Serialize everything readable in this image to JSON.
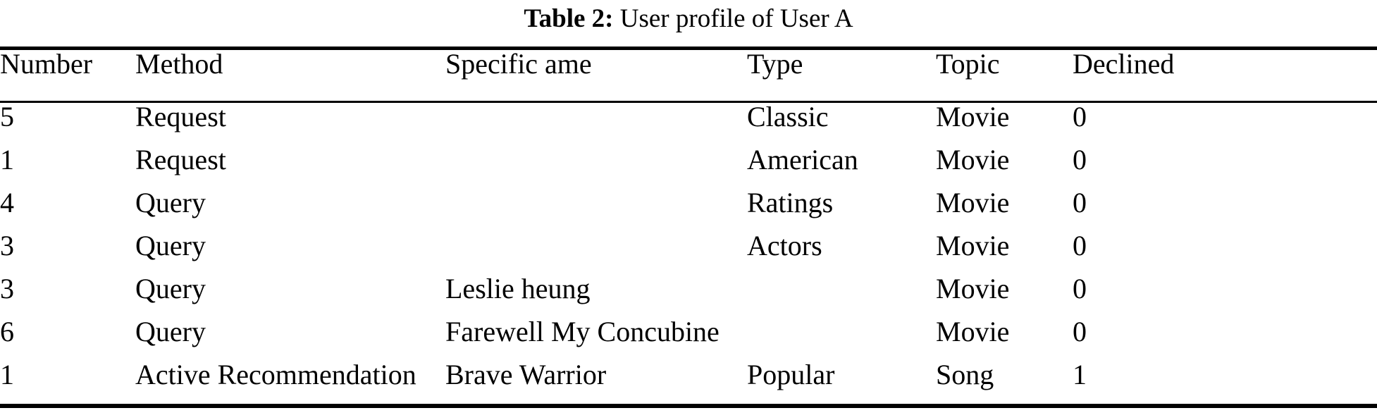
{
  "caption": {
    "label": "Table 2:",
    "text": "User profile of User A"
  },
  "table": {
    "columns": [
      {
        "key": "number",
        "label": "Number"
      },
      {
        "key": "method",
        "label": "Method"
      },
      {
        "key": "specific",
        "label": "Specific ame"
      },
      {
        "key": "type",
        "label": "Type"
      },
      {
        "key": "topic",
        "label": "Topic"
      },
      {
        "key": "declined",
        "label": "Declined"
      }
    ],
    "rows": [
      {
        "number": "5",
        "method": "Request",
        "specific": "",
        "type": "Classic",
        "topic": "Movie",
        "declined": "0"
      },
      {
        "number": "1",
        "method": "Request",
        "specific": "",
        "type": "American",
        "topic": "Movie",
        "declined": "0"
      },
      {
        "number": "4",
        "method": "Query",
        "specific": "",
        "type": "Ratings",
        "topic": "Movie",
        "declined": "0"
      },
      {
        "number": "3",
        "method": "Query",
        "specific": "",
        "type": "Actors",
        "topic": "Movie",
        "declined": "0"
      },
      {
        "number": "3",
        "method": "Query",
        "specific": "Leslie heung",
        "type": "",
        "topic": "Movie",
        "declined": "0"
      },
      {
        "number": "6",
        "method": "Query",
        "specific": "Farewell My Concubine",
        "type": "",
        "topic": "Movie",
        "declined": "0"
      },
      {
        "number": "1",
        "method": "Active Recommendation",
        "specific": "Brave Warrior",
        "type": "Popular",
        "topic": "Song",
        "declined": "1"
      }
    ]
  },
  "style": {
    "text_color": "#000000",
    "background_color": "#ffffff",
    "rule_color": "#000000"
  }
}
